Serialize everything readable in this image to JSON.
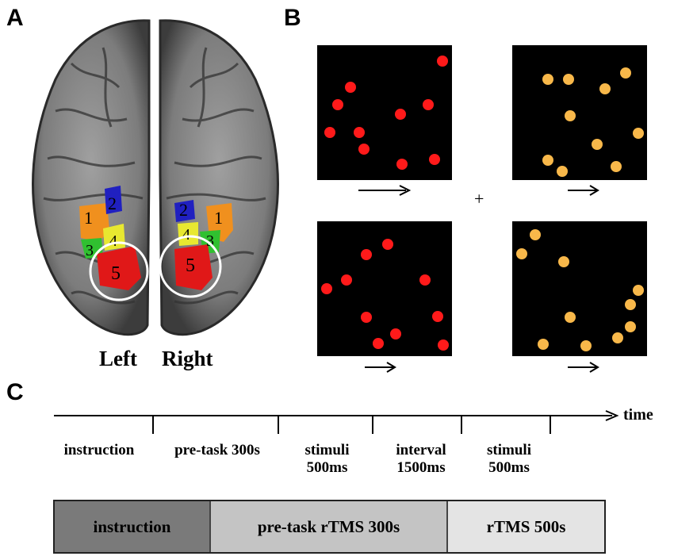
{
  "panels": {
    "a": "A",
    "b": "B",
    "c": "C"
  },
  "brain": {
    "left_label": "Left",
    "right_label": "Right",
    "region_numbers": [
      "1",
      "2",
      "3",
      "4",
      "5"
    ],
    "colors": {
      "1": "#f0901e",
      "2": "#2020c0",
      "3": "#30c030",
      "4": "#e8e830",
      "5": "#e01818"
    }
  },
  "stimuli": {
    "fixation": "+",
    "red_color": "#ff1a1a",
    "orange_color": "#f8b84a"
  },
  "timeline": {
    "axis_label": "time",
    "events": [
      {
        "line1": "instruction",
        "line2": ""
      },
      {
        "line1": "pre-task 300s",
        "line2": ""
      },
      {
        "line1": "stimuli",
        "line2": "500ms"
      },
      {
        "line1": "interval",
        "line2": "1500ms"
      },
      {
        "line1": "stimuli",
        "line2": "500ms"
      }
    ]
  },
  "rtms_bar": {
    "segments": [
      {
        "label": "instruction",
        "color": "#7a7a7a"
      },
      {
        "label": "pre-task rTMS 300s",
        "color": "#c4c4c4"
      },
      {
        "label": "rTMS 500s",
        "color": "#e4e4e4"
      }
    ]
  }
}
